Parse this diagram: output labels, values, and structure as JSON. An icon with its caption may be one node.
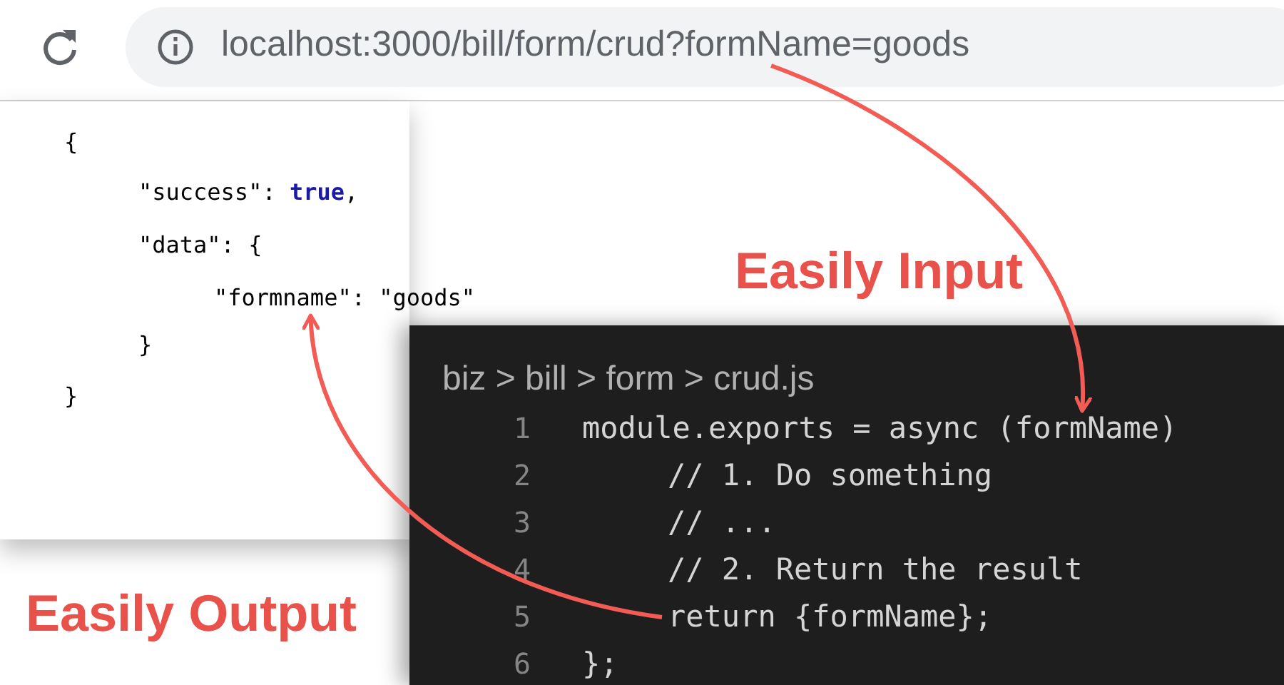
{
  "diagram": {
    "nodes": [
      {
        "text": [
          "localhost:3000/bill/form/crud?formName=goods"
        ]
      },
      {
        "text": [
          "{"
        ]
      },
      {
        "text": [
          "\"success\": **true**,"
        ]
      },
      {
        "text": [
          "\"data\": {"
        ]
      },
      {
        "text": [
          "\"formname\": \"goods\""
        ]
      },
      {
        "text": [
          "}"
        ]
      },
      {
        "text": [
          "}"
        ]
      },
      {
        "text": [
          "biz > bill > form > crud.js"
        ]
      },
      {
        "text": [
          "module.exports = async (formName)"
        ],
        "in": 7
      },
      {
        "text": [
          "// 1. Do something"
        ],
        "in": 7
      },
      {
        "text": [
          "// ..."
        ],
        "in": 7
      },
      {
        "text": [
          "// 2. Return the result"
        ],
        "in": 7
      },
      {
        "text": [
          "return {formName};"
        ],
        "in": 7
      },
      {
        "text": [
          "};"
        ],
        "in": 7
      }
    ],
    "edges": [
      {
        "from": 0,
        "to": 8,
        "arrow": "to",
        "label": "Easily Input"
      },
      {
        "from": 12,
        "to": 4,
        "arrow": "to",
        "label": "Easily Output"
      }
    ],
    "labels": [
      "1",
      "2",
      "3",
      "4",
      "5",
      "6"
    ]
  }
}
